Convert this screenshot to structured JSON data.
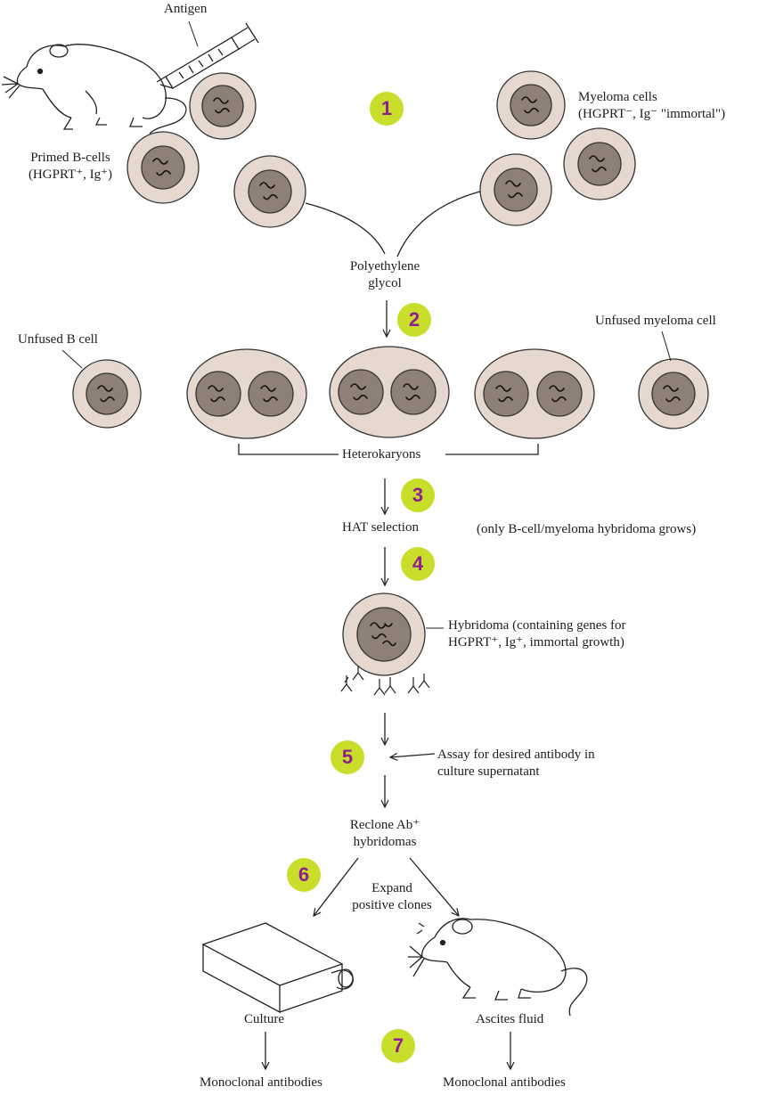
{
  "labels": {
    "antigen": "Antigen",
    "primed_b_cells_line1": "Primed B-cells",
    "primed_b_cells_line2": "(HGPRT⁺, Ig⁺)",
    "myeloma_cells_line1": "Myeloma cells",
    "myeloma_cells_line2": "(HGPRT⁻, Ig⁻ \"immortal\")",
    "peg_line1": "Polyethylene",
    "peg_line2": "glycol",
    "unfused_b_cell": "Unfused B cell",
    "unfused_myeloma_cell": "Unfused myeloma cell",
    "heterokaryons": "Heterokaryons",
    "hat_selection": "HAT selection",
    "hat_note": "(only B-cell/myeloma hybridoma grows)",
    "hybridoma_line1": "Hybridoma (containing genes for",
    "hybridoma_line2": "HGPRT⁺, Ig⁺, immortal growth)",
    "assay_line1": "Assay for desired antibody in",
    "assay_line2": "culture supernatant",
    "reclone_line1": "Reclone Ab⁺",
    "reclone_line2": "hybridomas",
    "expand_line1": "Expand",
    "expand_line2": "positive clones",
    "culture": "Culture",
    "ascites_fluid": "Ascites fluid",
    "mab_left": "Monoclonal antibodies",
    "mab_right": "Monoclonal antibodies"
  },
  "steps": [
    "1",
    "2",
    "3",
    "4",
    "5",
    "6",
    "7"
  ],
  "colors": {
    "badge_fill": "#c8de2a",
    "badge_text": "#8f1f8f",
    "cytoplasm": "#e6d8ce",
    "nucleus": "#8f8077",
    "line": "#222222"
  }
}
